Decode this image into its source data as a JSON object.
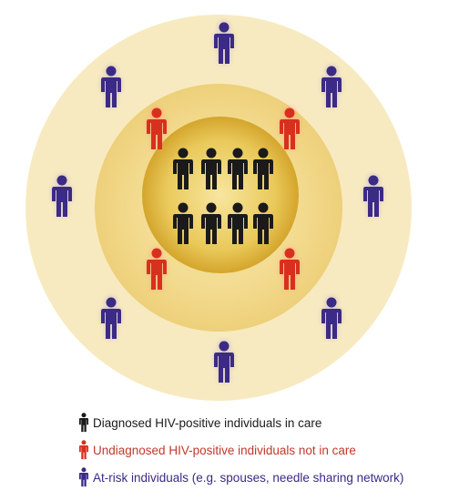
{
  "colors": {
    "outer_ring": "#f8eac0",
    "middle_ring": "#f1d98a",
    "inner_core": "#dcb23a",
    "inner_core_light": "#f6e196",
    "diagnosed": "#1a1a1a",
    "undiagnosed": "#d8301f",
    "at_risk": "#3b2a86"
  },
  "figure_icon": "person-icon",
  "groups": [
    {
      "key": "diagnosed",
      "ring": "inner core",
      "count": 8
    },
    {
      "key": "undiagnosed",
      "ring": "middle ring",
      "count": 4
    },
    {
      "key": "at_risk",
      "ring": "outer ring",
      "count": 8
    }
  ],
  "legend": [
    {
      "key": "diagnosed",
      "label": "Diagnosed HIV-positive individuals in care",
      "color": "#1a1a1a"
    },
    {
      "key": "undiagnosed",
      "label": "Undiagnosed HIV-positive individuals not in care",
      "color": "#c0392b"
    },
    {
      "key": "at_risk",
      "label": "At-risk individuals (e.g. spouses, needle sharing network)",
      "color": "#3b2a86"
    }
  ]
}
